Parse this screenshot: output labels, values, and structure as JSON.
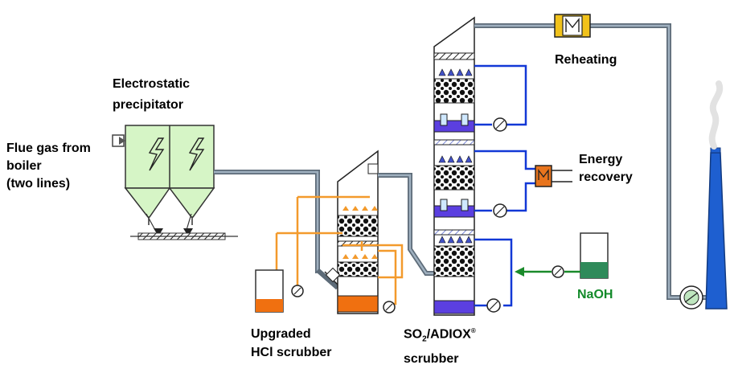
{
  "labels": {
    "flue_gas": [
      "Flue gas from",
      "boiler",
      "(two lines)"
    ],
    "esp": [
      "Electrostatic",
      "precipitator"
    ],
    "hcl": [
      "Upgraded",
      "HCl scrubber"
    ],
    "so2_main": "SO",
    "so2_sub": "2",
    "so2_rest": "/ADIOX",
    "so2_reg": "®",
    "so2_line2": "scrubber",
    "reheating": "Reheating",
    "energy": [
      "Energy",
      "recovery"
    ],
    "naoh": "NaOH"
  },
  "colors": {
    "gas_duct": "#5d6b78",
    "hcl_loop": "#f39a2c",
    "so2_loop": "#1238d6",
    "naoh_line": "#1a8a2a",
    "esp_fill": "#d6f5c6",
    "heater": "#f1c21b",
    "exchanger": "#e8741d",
    "stack": "#1e5fd0",
    "sump_orange": "#f07010",
    "sump_blue": "#5b3fe0",
    "naoh_tank": "#2f8a5a"
  },
  "icons": [
    "lightning-icon",
    "pump-icon",
    "heater-icon",
    "heat-exchanger-icon",
    "fan-icon",
    "spray-nozzle-icon",
    "packing-icon"
  ]
}
